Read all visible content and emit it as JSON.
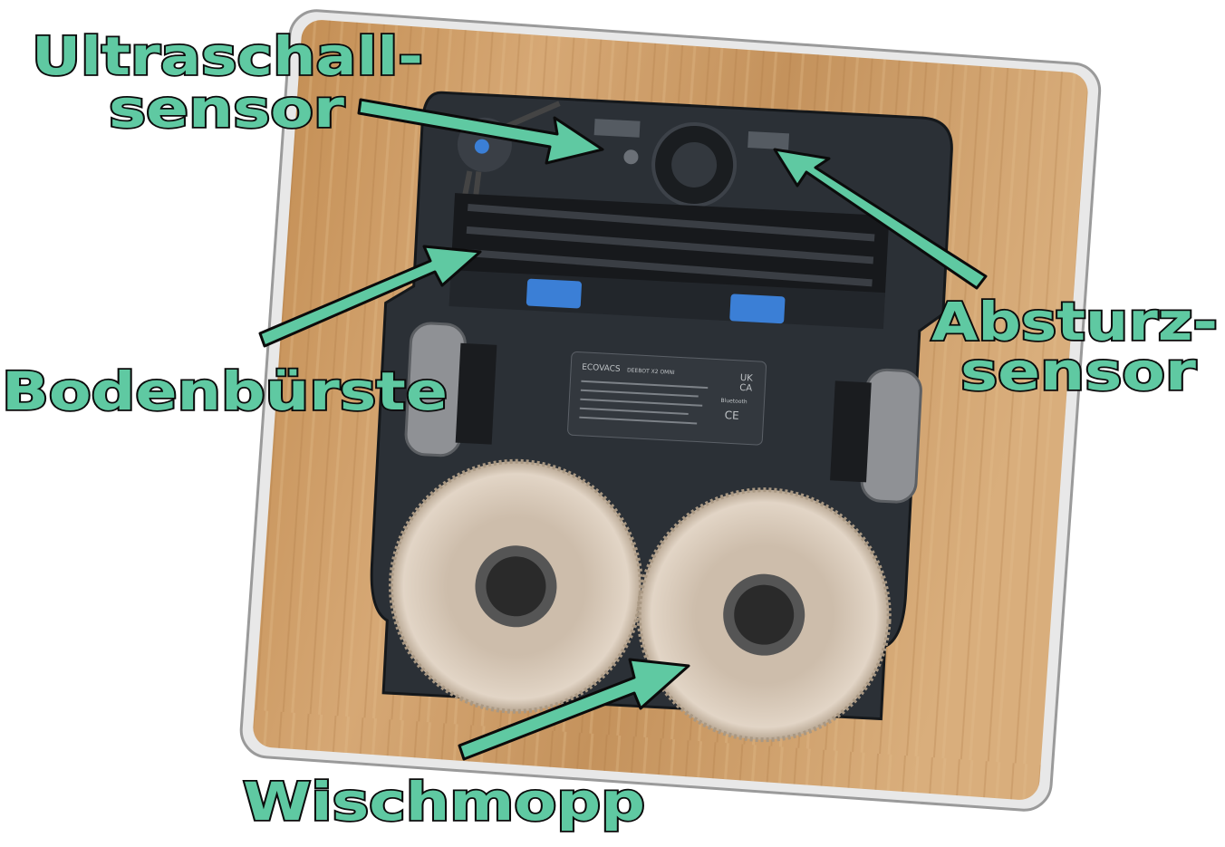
{
  "labels": {
    "ultrasonic_line1": "Ultraschall-",
    "ultrasonic_line2": "sensor",
    "floor_brush": "Bodenbürste",
    "cliff_line1": "Absturz-",
    "cliff_line2": "sensor",
    "mop": "Wischmopp"
  },
  "robot_plate": {
    "brand": "ECOVACS",
    "model": "DEEBOT X2 OMNI",
    "mark_ukca_1": "UK",
    "mark_ukca_2": "CA",
    "bluetooth": "Bluetooth",
    "ce": "CE"
  },
  "colors": {
    "label_fill": "#5fc9a2",
    "label_outline": "#0b0b0b",
    "wood": "#c99a62",
    "robot_body": "#2b3036",
    "mop": "#d8c9b8",
    "clip_blue": "#3b7fd6"
  }
}
